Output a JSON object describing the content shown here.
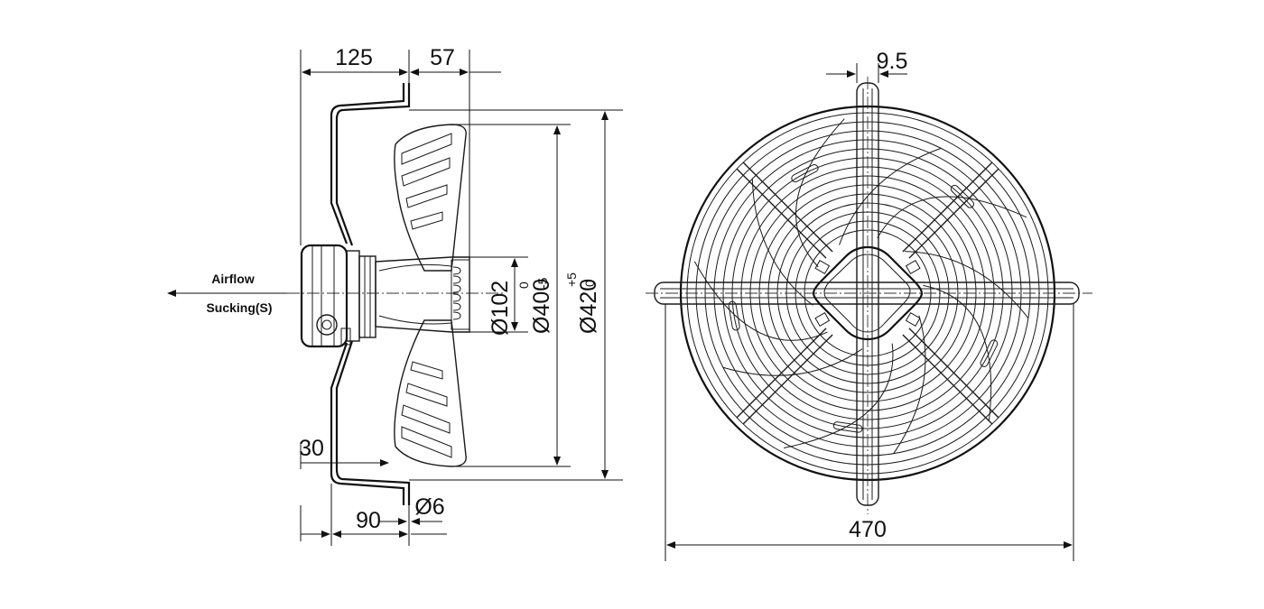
{
  "side_view": {
    "dim_125": "125",
    "dim_57": "57",
    "dim_30": "30",
    "dim_90": "90",
    "dim_hole": "Ø6",
    "dia_102": "Ø102",
    "dia_400": "Ø400",
    "dia_400_tol_upper": "0",
    "dia_400_tol_lower": "-5",
    "dia_420": "Ø420",
    "dia_420_tol_upper": "+5",
    "dia_420_tol_lower": "0",
    "airflow_label": "Airflow",
    "airflow_mode": "Sucking(S)"
  },
  "front_view": {
    "dim_width": "470",
    "dim_bar": "9.5"
  }
}
